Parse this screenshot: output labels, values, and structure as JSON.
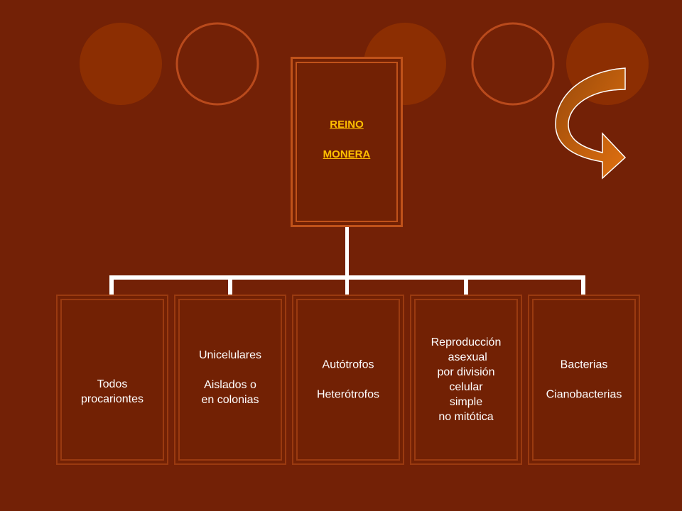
{
  "colors": {
    "background": "#732106",
    "circle_fill": "#8c2e02",
    "circle_outline": "#b94a1c",
    "box_border": "#c0521a",
    "root_text": "#ffc000",
    "child_text": "#ffffff",
    "connector": "#ffffff",
    "arrow_fill": "#d76a0f"
  },
  "decoration": {
    "icon": "curved-arrow-icon"
  },
  "root": {
    "line1": "REINO ",
    "line2": "MONERA"
  },
  "children": [
    {
      "lines": [
        "Todos",
        "procariontes"
      ]
    },
    {
      "lines": [
        "Unicelulares",
        "",
        "Aislados o",
        "en colonias"
      ]
    },
    {
      "lines": [
        "Autótrofos",
        "",
        "Heterótrofos"
      ]
    },
    {
      "lines": [
        "Reproducción",
        " asexual",
        "por división",
        "celular",
        "simple",
        "no mitótica"
      ]
    },
    {
      "lines": [
        "Bacterias",
        "",
        "Cianobacterias"
      ]
    }
  ]
}
